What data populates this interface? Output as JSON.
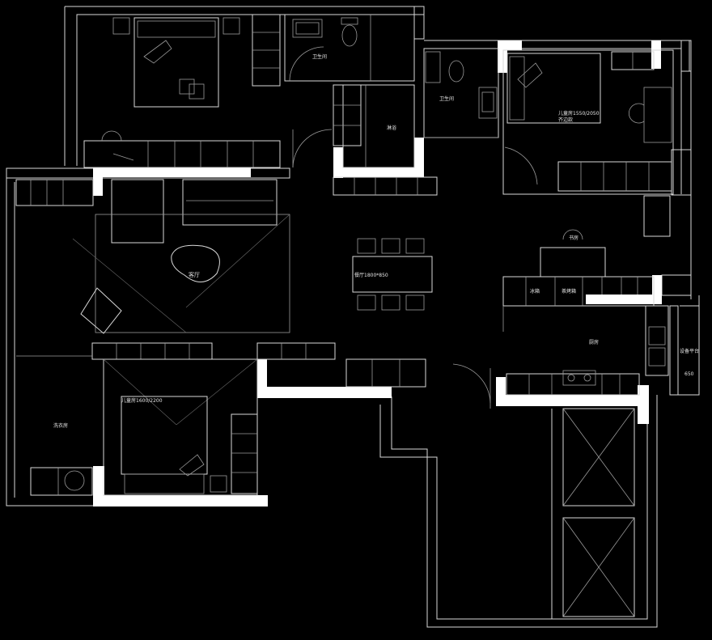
{
  "rooms": {
    "bathroom_top": "卫生间",
    "shower": "淋浴",
    "bathroom_mid": "卫生间",
    "kids_room_1": "儿童房1550/2050",
    "kids_room_1_note": "齐边款",
    "living_room": "客厅",
    "dining": "餐厅1800*850",
    "study": "书房",
    "fridge": "冰箱",
    "tea_cabinet": "茶烤箱",
    "kitchen": "厨房",
    "equipment_platform": "设备平台",
    "laundry": "洗衣房",
    "kids_room_2": "儿童房1600/2200",
    "dimension": "650"
  },
  "colors": {
    "background": "#000000",
    "line": "#d8d8d8",
    "wall_fill": "#ffffff"
  }
}
